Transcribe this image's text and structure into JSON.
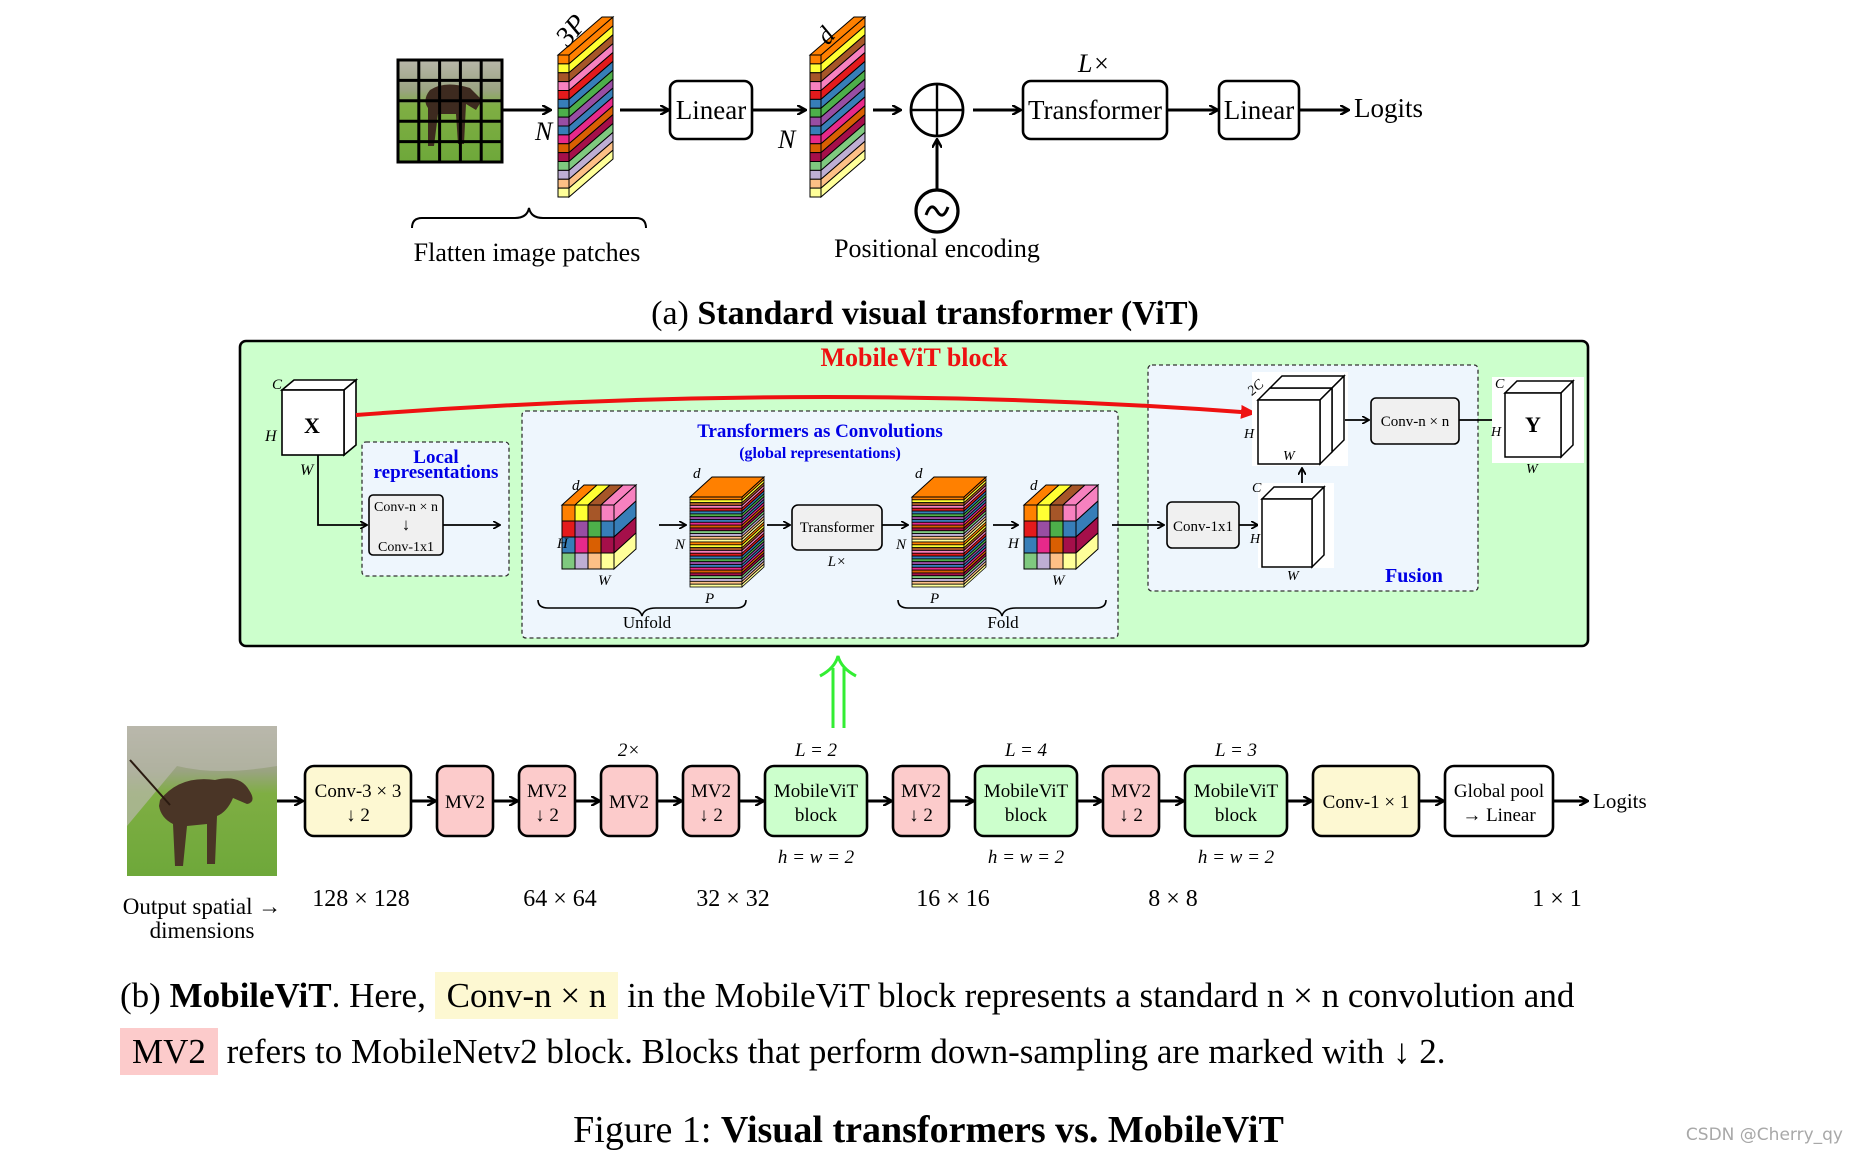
{
  "vit": {
    "labels": {
      "three_p": "3P",
      "n1": "N",
      "linear1": "Linear",
      "d": "d",
      "n2": "N",
      "l_times": "L×",
      "transformer": "Transformer",
      "linear2": "Linear",
      "logits": "Logits",
      "flatten": "Flatten image patches",
      "positional": "Positional encoding"
    },
    "caption_prefix": "(a)",
    "caption_bold": "Standard visual transformer (ViT)"
  },
  "block": {
    "title": "MobileViT block",
    "x_label": "X",
    "y_label": "Y",
    "c": "C",
    "two_c": "2C",
    "h": "H",
    "w": "W",
    "n": "N",
    "p": "P",
    "d": "d",
    "local_title_1": "Local",
    "local_title_2": "representations",
    "conv_nxn": "Conv-n × n",
    "conv_1x1": "Conv-1x1",
    "down_arrow": "↓",
    "global_title": "Transformers as Convolutions",
    "global_subtitle": "(global representations)",
    "transformer": "Transformer",
    "l_times": "L×",
    "unfold": "Unfold",
    "fold": "Fold",
    "fusion": "Fusion"
  },
  "pipeline": {
    "input_label_1": "Output spatial →",
    "input_label_2": "dimensions",
    "stages": [
      {
        "line1": "Conv-3 × 3",
        "line2": "↓ 2",
        "kind": "conv",
        "top": "",
        "bottom": ""
      },
      {
        "line1": "MV2",
        "line2": "",
        "kind": "mv2",
        "top": "",
        "bottom": ""
      },
      {
        "line1": "MV2",
        "line2": "↓ 2",
        "kind": "mv2",
        "top": "",
        "bottom": ""
      },
      {
        "line1": "MV2",
        "line2": "",
        "kind": "mv2",
        "top": "2×",
        "bottom": ""
      },
      {
        "line1": "MV2",
        "line2": "↓ 2",
        "kind": "mv2",
        "top": "",
        "bottom": ""
      },
      {
        "line1": "MobileViT",
        "line2": "block",
        "kind": "vit",
        "top": "L = 2",
        "bottom": "h = w = 2"
      },
      {
        "line1": "MV2",
        "line2": "↓ 2",
        "kind": "mv2",
        "top": "",
        "bottom": ""
      },
      {
        "line1": "MobileViT",
        "line2": "block",
        "kind": "vit",
        "top": "L = 4",
        "bottom": "h = w = 2"
      },
      {
        "line1": "MV2",
        "line2": "↓ 2",
        "kind": "mv2",
        "top": "",
        "bottom": ""
      },
      {
        "line1": "MobileViT",
        "line2": "block",
        "kind": "vit",
        "top": "L = 3",
        "bottom": "h = w = 2"
      },
      {
        "line1": "Conv-1 × 1",
        "line2": "",
        "kind": "conv",
        "top": "",
        "bottom": ""
      },
      {
        "line1": "Global pool",
        "line2": "→ Linear",
        "kind": "plain",
        "top": "",
        "bottom": ""
      }
    ],
    "logits": "Logits",
    "dims": [
      "128 × 128",
      "64 × 64",
      "32 × 32",
      "16 × 16",
      "8 × 8",
      "1 × 1"
    ]
  },
  "caption_b": {
    "prefix": "(b)",
    "bold": "MobileViT",
    "text1": ". Here, ",
    "hl1": "Conv-n × n",
    "text2": " in the MobileViT block represents a standard n × n convolution and",
    "hl2": "MV2",
    "text3": " refers to MobileNetv2 block. Blocks that perform down-sampling are marked with ↓ 2."
  },
  "figure_caption": {
    "prefix": "Figure 1: ",
    "bold": "Visual transformers vs. MobileViT"
  },
  "watermark": "CSDN @Cherry_qy",
  "colors": {
    "block_bg": "#ccffcc",
    "mv2": "#fccbcb",
    "conv": "#fdf8d2",
    "vit": "#ccffcc",
    "title_red": "#ee1111",
    "label_blue": "#0000e6",
    "green_arrow": "#33ee33",
    "stripes": [
      "#ff8000",
      "#ffff33",
      "#a65628",
      "#f781bf",
      "#e41a1c",
      "#377eb8",
      "#4daf4a",
      "#984ea3",
      "#377eb8",
      "#e7298a",
      "#d95f02",
      "#a50f4a",
      "#7fc97f",
      "#beaed4",
      "#fdc086",
      "#ffff99"
    ]
  }
}
